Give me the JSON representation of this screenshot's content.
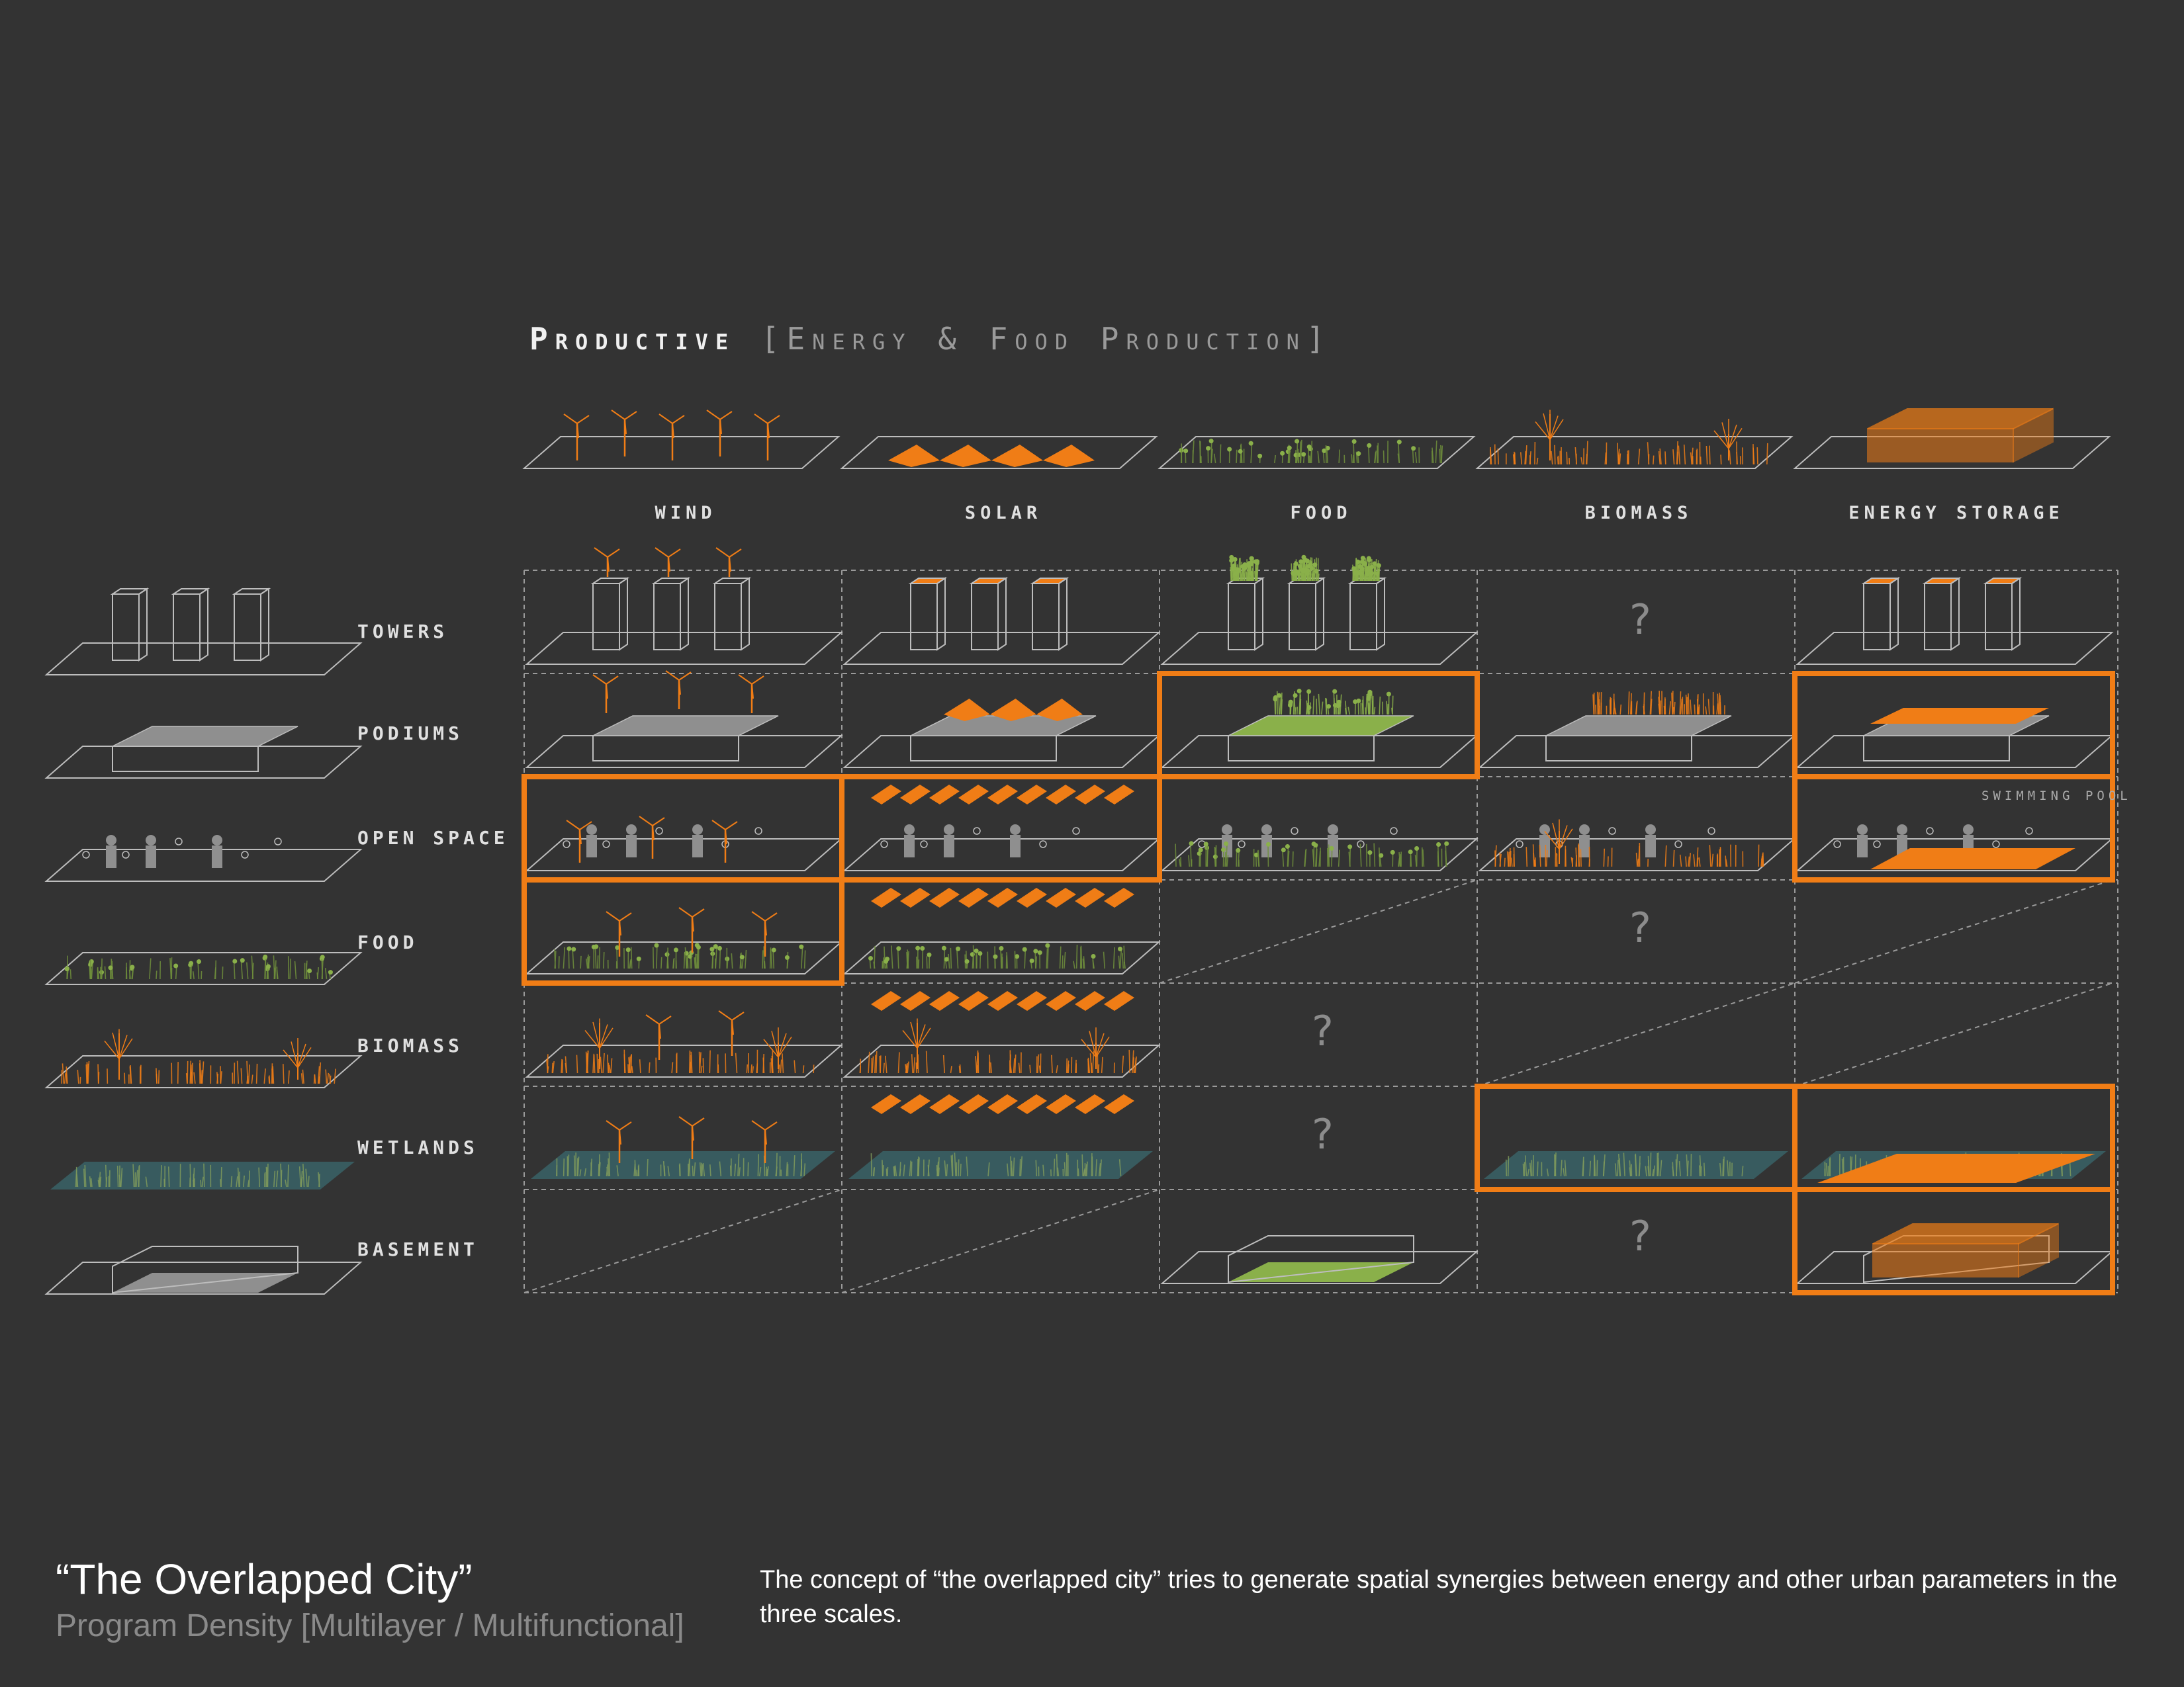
{
  "heading": {
    "main": "Productive",
    "sub": "[Energy & Food Production]"
  },
  "columns": [
    {
      "id": "wind",
      "label": "WIND"
    },
    {
      "id": "solar",
      "label": "SOLAR"
    },
    {
      "id": "food",
      "label": "FOOD"
    },
    {
      "id": "biomass",
      "label": "BIOMASS"
    },
    {
      "id": "energy-storage",
      "label": "ENERGY STORAGE"
    }
  ],
  "rows": [
    {
      "id": "towers",
      "label": "TOWERS"
    },
    {
      "id": "podiums",
      "label": "PODIUMS"
    },
    {
      "id": "open-space",
      "label": "OPEN SPACE"
    },
    {
      "id": "food",
      "label": "FOOD"
    },
    {
      "id": "biomass",
      "label": "BIOMASS"
    },
    {
      "id": "wetlands",
      "label": "WETLANDS"
    },
    {
      "id": "basement",
      "label": "BASEMENT"
    }
  ],
  "cells": {
    "towers": [
      "wind",
      "solar",
      "food",
      "?",
      "storage"
    ],
    "podiums": [
      "wind",
      "solar",
      "food",
      "biomass",
      "storage"
    ],
    "open-space": [
      "wind",
      "solar",
      "food",
      "biomass",
      "storage"
    ],
    "food": [
      "wind",
      "solar",
      "none",
      "?",
      "none"
    ],
    "biomass": [
      "wind",
      "solar",
      "?",
      "empty",
      "empty"
    ],
    "wetlands": [
      "wind",
      "solar",
      "?",
      "wetland",
      "storage"
    ],
    "basement": [
      "none",
      "none",
      "food",
      "?",
      "storage"
    ]
  },
  "highlighted_cells": [
    {
      "row": "podiums",
      "col": "food"
    },
    {
      "row": "podiums",
      "col": "energy-storage"
    },
    {
      "row": "open-space",
      "col": "wind"
    },
    {
      "row": "open-space",
      "col": "solar"
    },
    {
      "row": "open-space",
      "col": "energy-storage"
    },
    {
      "row": "food",
      "col": "wind"
    },
    {
      "row": "wetlands",
      "col": "biomass"
    },
    {
      "row": "wetlands",
      "col": "energy-storage"
    },
    {
      "row": "basement",
      "col": "energy-storage"
    }
  ],
  "question_mark": "?",
  "notes": {
    "swimming_pool": "SWIMMING POOL"
  },
  "colors": {
    "background": "#333333",
    "accent_orange": "#f07d16",
    "green": "#8ab04a",
    "grey_block": "#8f8f8f",
    "wetland_teal": "#3f8c95",
    "line": "#bdbdbd"
  },
  "footer": {
    "title": "“The Overlapped City”",
    "subtitle": "Program Density [Multilayer / Multifunctional]",
    "description": "The concept of “the overlapped city” tries to generate spatial synergies between energy and other urban parameters in the three scales."
  }
}
